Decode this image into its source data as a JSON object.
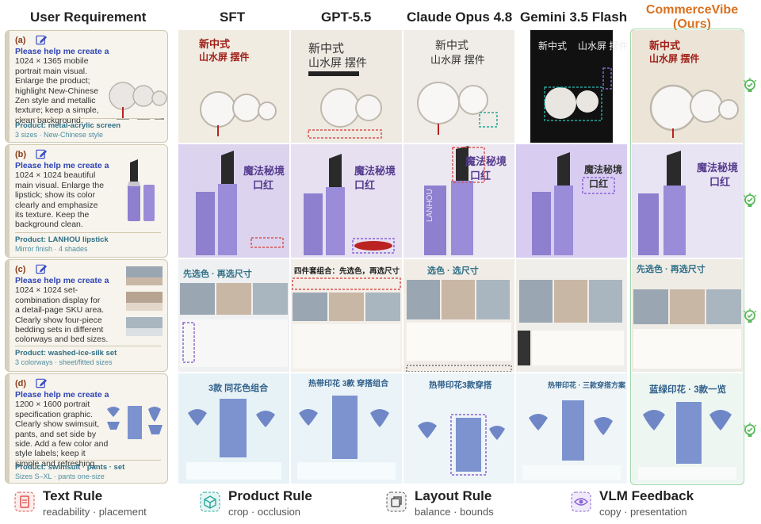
{
  "columns": [
    "User Requirement",
    "SFT",
    "GPT-5.5",
    "Claude Opus 4.8",
    "Gemini 3.5 Flash",
    "CommerceVibe",
    "(Ours)"
  ],
  "rows": [
    {
      "label": "(a)",
      "highlight": "Please help me create a",
      "text": [
        "1024 × 1365 mobile",
        "portrait main visual.",
        "Enlarge the product;",
        "highlight New-Chinese",
        "Zen style and metallic",
        "texture; keep a simple,",
        "clean background."
      ],
      "product": "Product: metal-acrylic screen",
      "spec": "3 sizes · New-Chinese style",
      "titles": [
        "新中式",
        "山水屏 摆件"
      ]
    },
    {
      "label": "(b)",
      "highlight": "Please help me create a",
      "text": [
        "1024 × 1024 beautiful",
        "main visual. Enlarge the",
        "lipstick; show its color",
        "clearly and emphasize",
        "its texture. Keep the",
        "background clean."
      ],
      "product": "Product: LANHOU lipstick",
      "spec": "Mirror finish · 4 shades",
      "titles": [
        "魔法秘境",
        "口红"
      ],
      "brand": "LANHOU"
    },
    {
      "label": "(c)",
      "highlight": "Please help me create a",
      "text": [
        "1024 × 1024 set-",
        "combination display for",
        "a detail-page SKU area.",
        "Clearly show four-piece",
        "bedding sets in different",
        "colorways and bed sizes."
      ],
      "product": "Product: washed-ice-silk set",
      "spec": "3 colorways · sheet/fitted sizes",
      "titles": [
        "先选色 · 再选尺寸",
        "四件套组合：先选色，再选尺寸",
        "选色 · 选尺寸",
        "先选色 · 再选尺寸"
      ]
    },
    {
      "label": "(d)",
      "highlight": "Please help me create a",
      "text": [
        "1200 × 1600 portrait",
        "specification graphic.",
        "Clearly show swimsuit,",
        "pants, and set side by",
        "side. Add a few color and",
        "style labels; keep it",
        "simple and refreshing."
      ],
      "product": "Product: swimsuit · pants · set",
      "spec": "Sizes S–XL · pants one-size",
      "titles": [
        "3款 同花色组合",
        "热带印花 3款 穿搭组合",
        "热带印花3款穿搭",
        "热带印花 · 三款穿搭方案",
        "蓝绿印花 · 3款一览"
      ]
    }
  ],
  "legend": [
    {
      "title": "Text Rule",
      "sub": "readability · placement",
      "color": "#d9534f"
    },
    {
      "title": "Product Rule",
      "sub": "crop · occlusion",
      "color": "#26a69a"
    },
    {
      "title": "Layout Rule",
      "sub": "balance · bounds",
      "color": "#555555"
    },
    {
      "title": "VLM Feedback",
      "sub": "copy · presentation",
      "color": "#8a63d2"
    }
  ],
  "colors": {
    "ours": "#d9711f",
    "highlight": "#2f43b8",
    "product": "#2f6f86",
    "check": "#5cb85c"
  }
}
